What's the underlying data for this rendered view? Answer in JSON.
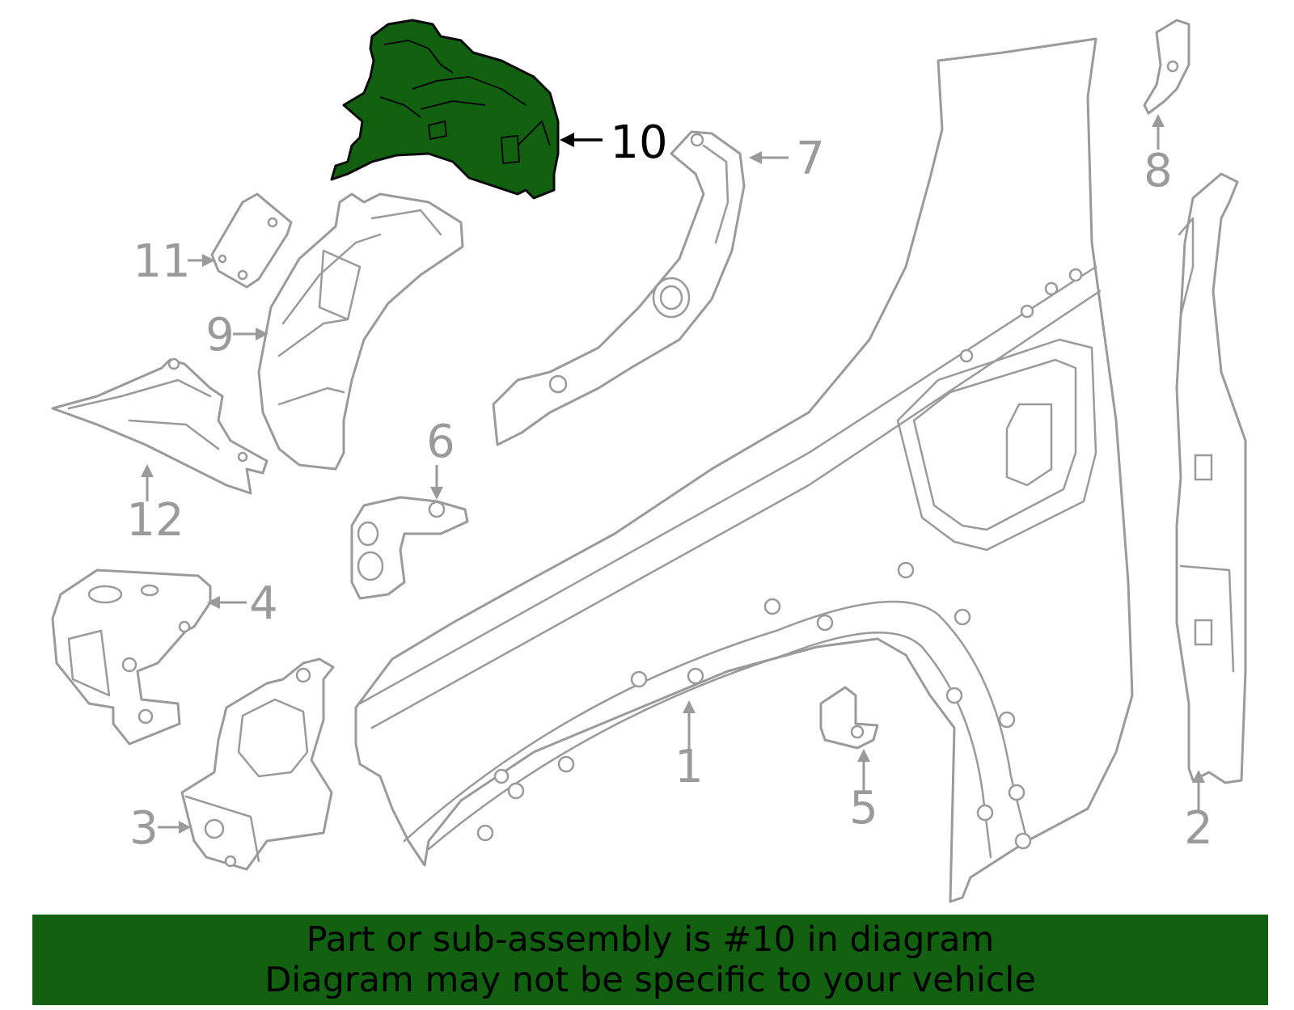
{
  "highlight_color": "#116111",
  "callouts": {
    "c1": "1",
    "c2": "2",
    "c3": "3",
    "c4": "4",
    "c5": "5",
    "c6": "6",
    "c7": "7",
    "c8": "8",
    "c9": "9",
    "c10": "10",
    "c11": "11",
    "c12": "12"
  },
  "highlighted_part": "10",
  "banner": {
    "line1": "Part or sub-assembly is #10 in diagram",
    "line2": "Diagram may not be specific to your vehicle"
  }
}
